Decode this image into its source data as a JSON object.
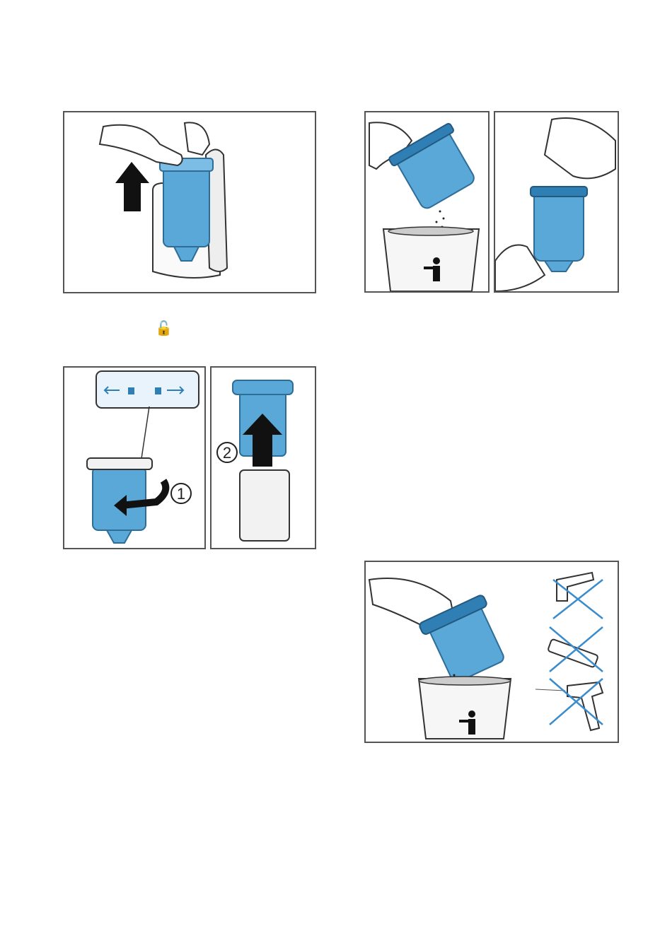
{
  "figures": {
    "fig1": {
      "description_id": "remove-filter-unit"
    },
    "fig2": {
      "description_id": "empty-filter"
    },
    "fig3": {
      "description_id": "wipe-filter"
    },
    "fig4": {
      "description_id": "unlock-filter",
      "step": "1"
    },
    "fig5": {
      "description_id": "pull-filter",
      "step": "2"
    },
    "fig6": {
      "description_id": "tap-out-filter"
    }
  },
  "inline_symbol": {
    "unlock": "🔓"
  },
  "colors": {
    "filter_blue": "#5aa8d8",
    "filter_blue_dark": "#2f7fb5",
    "line": "#333333",
    "cross": "#3a8ccc"
  }
}
